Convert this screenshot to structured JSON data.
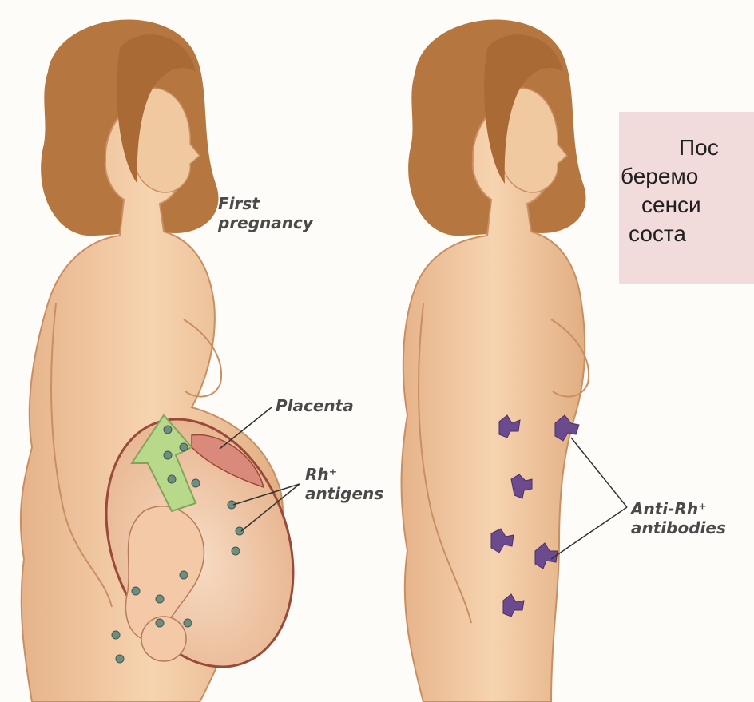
{
  "labels": {
    "first_pregnancy": [
      "First",
      "pregnancy"
    ],
    "placenta": "Placenta",
    "rh_antigens": [
      "Rh⁺",
      "antigens"
    ],
    "anti_rh_antibodies": [
      "Anti-Rh⁺",
      "antibodies"
    ]
  },
  "callout": {
    "lines": [
      "Пос",
      "беремо",
      "сенси",
      "соста"
    ]
  },
  "colors": {
    "skin": "#f1c9a0",
    "skin_shadow": "#d9a577",
    "hair": "#b5773f",
    "antibody": "#6b4a8e",
    "arrow": "#b9d98a",
    "callout_bg": "#f2dcdb"
  }
}
